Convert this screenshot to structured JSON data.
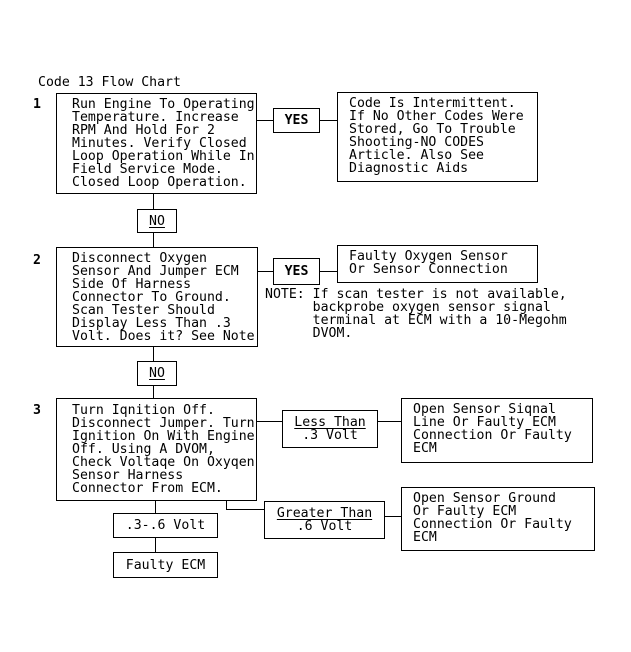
{
  "colors": {
    "ink": "#000000",
    "paper": "#ffffff"
  },
  "title": "Code 13 Flow Chart",
  "step1": {
    "number": "1",
    "action": "Run Engine To Operating\nTemperature. Increase\nRPM And Hold For 2\nMinutes. Verify Closed\nLoop Operation While In\nField Service Mode.\nClosed Loop Operation.",
    "yes_label": "YES",
    "yes_result": "Code Is Intermittent.\nIf No Other Codes Were\nStored, Go To Trouble\nShooting-NO CODES\nArticle. Also See\nDiagnostic Aids",
    "no_label": "NO"
  },
  "step2": {
    "number": "2",
    "action": "Disconnect Oxygen\nSensor And Jumper ECM\nSide Of Harness\nConnector To Ground.\nScan Tester Should\nDisplay Less Than .3\nVolt. Does it? See Note",
    "yes_label": "YES",
    "yes_result": "Faulty Oxygen Sensor\nOr Sensor Connection",
    "note": "NOTE: If scan tester is not available,\n      backprobe oxygen sensor signal\n      terminal at ECM with a 10-Megohm\n      DVOM.",
    "no_label": "NO"
  },
  "step3": {
    "number": "3",
    "action": "Turn Iqnition Off.\nDisconnect Jumper. Turn\nIgnition On With Engine\nOff. Using A DVOM,\nCheck Voltaqe On Oxyqen\nSensor Harness\nConnector From ECM.",
    "less_than": {
      "label": "Less Than",
      "range": ".3 Volt",
      "result": "Open Sensor Siqnal\nLine Or Faulty ECM\nConnection Or Faulty\nECM"
    },
    "greater_than": {
      "label": "Greater Than",
      "range": ".6 Volt",
      "result": "Open Sensor Ground\nOr Faulty ECM\nConnection Or Faulty\nECM"
    },
    "mid_range": ".3-.6 Volt",
    "final_result": "Faulty ECM"
  }
}
